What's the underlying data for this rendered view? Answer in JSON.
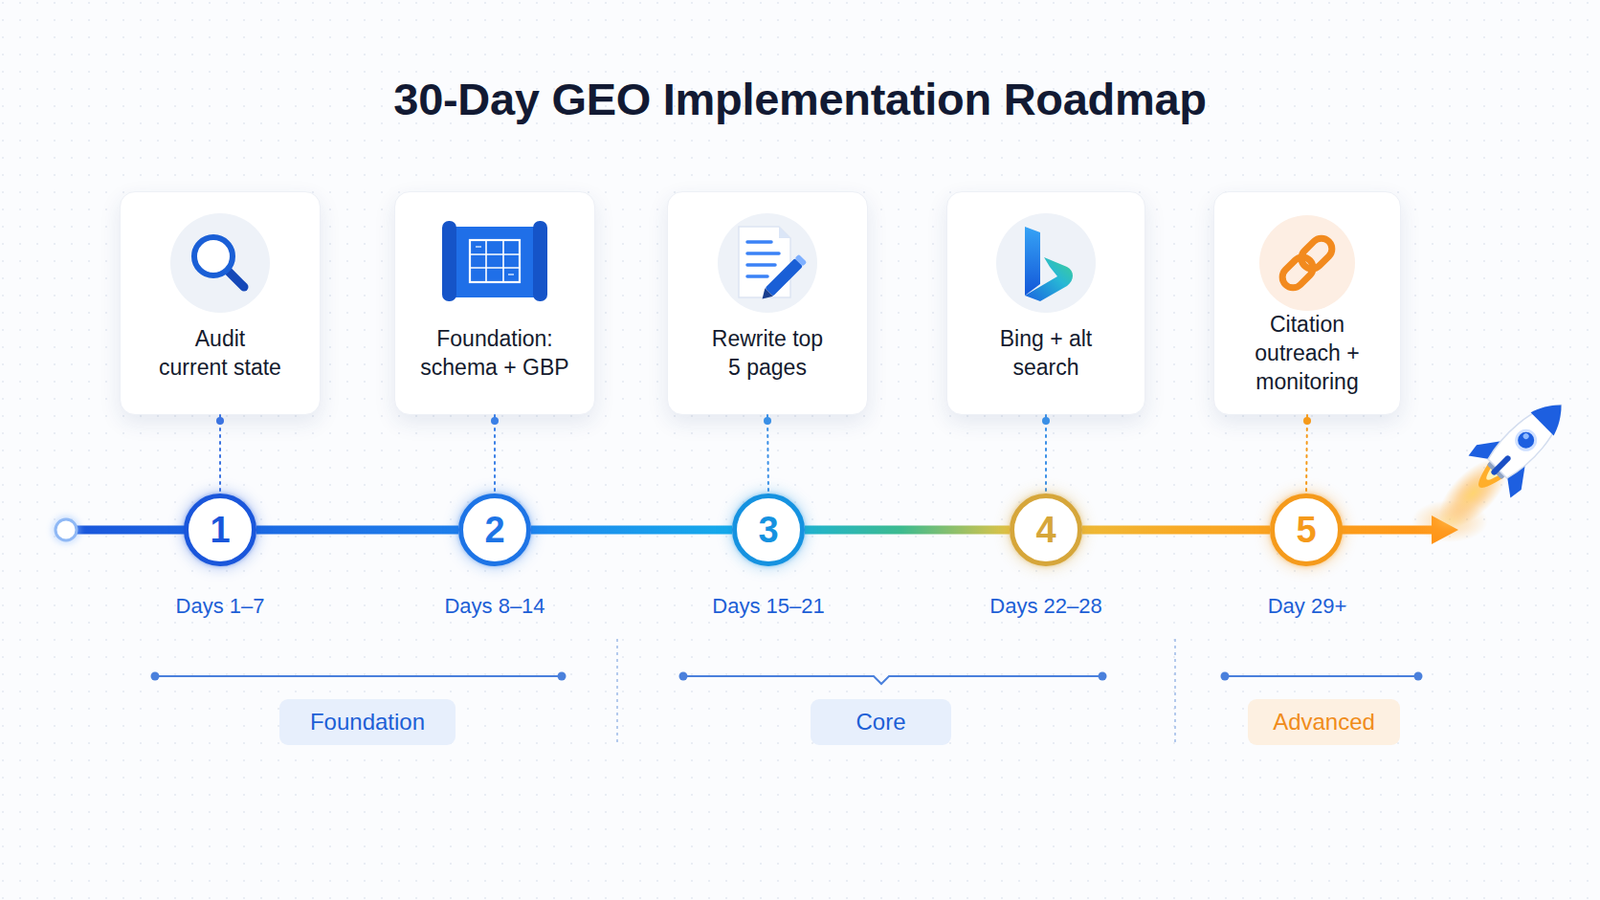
{
  "diagram": {
    "title": "30-Day GEO Implementation Roadmap",
    "nodes": [
      {
        "text": [
          "Audit current state"
        ]
      },
      {
        "text": [
          "Foundation: schema + GBP"
        ]
      },
      {
        "text": [
          "Rewrite top 5 pages"
        ]
      },
      {
        "text": [
          "Bing + alt search"
        ]
      },
      {
        "text": [
          "Citation outreach + monitoring"
        ]
      },
      {
        "text": [
          "1"
        ]
      },
      {
        "text": [
          "2"
        ]
      },
      {
        "text": [
          "3"
        ]
      },
      {
        "text": [
          "4"
        ]
      },
      {
        "text": [
          "5"
        ]
      },
      {
        "text": [
          "Foundation"
        ]
      },
      {
        "text": [
          "Core"
        ]
      },
      {
        "text": [
          "Advanced"
        ]
      }
    ],
    "edges": [
      {
        "from": 0,
        "to": 5,
        "arrow": "none"
      },
      {
        "from": 1,
        "to": 6,
        "arrow": "none"
      },
      {
        "from": 2,
        "to": 7,
        "arrow": "none"
      },
      {
        "from": 3,
        "to": 8,
        "arrow": "none"
      },
      {
        "from": 4,
        "to": 9,
        "arrow": "none"
      },
      {
        "from": 5,
        "to": 6,
        "arrow": "none"
      },
      {
        "from": 6,
        "to": 7,
        "arrow": "none"
      },
      {
        "from": 7,
        "to": 8,
        "arrow": "none"
      },
      {
        "from": 8,
        "to": 9,
        "arrow": "none"
      }
    ],
    "labels": [
      "Days 1–7",
      "Days 8–14",
      "Days 15–21",
      "Days 22–28",
      "Day 29+"
    ]
  }
}
